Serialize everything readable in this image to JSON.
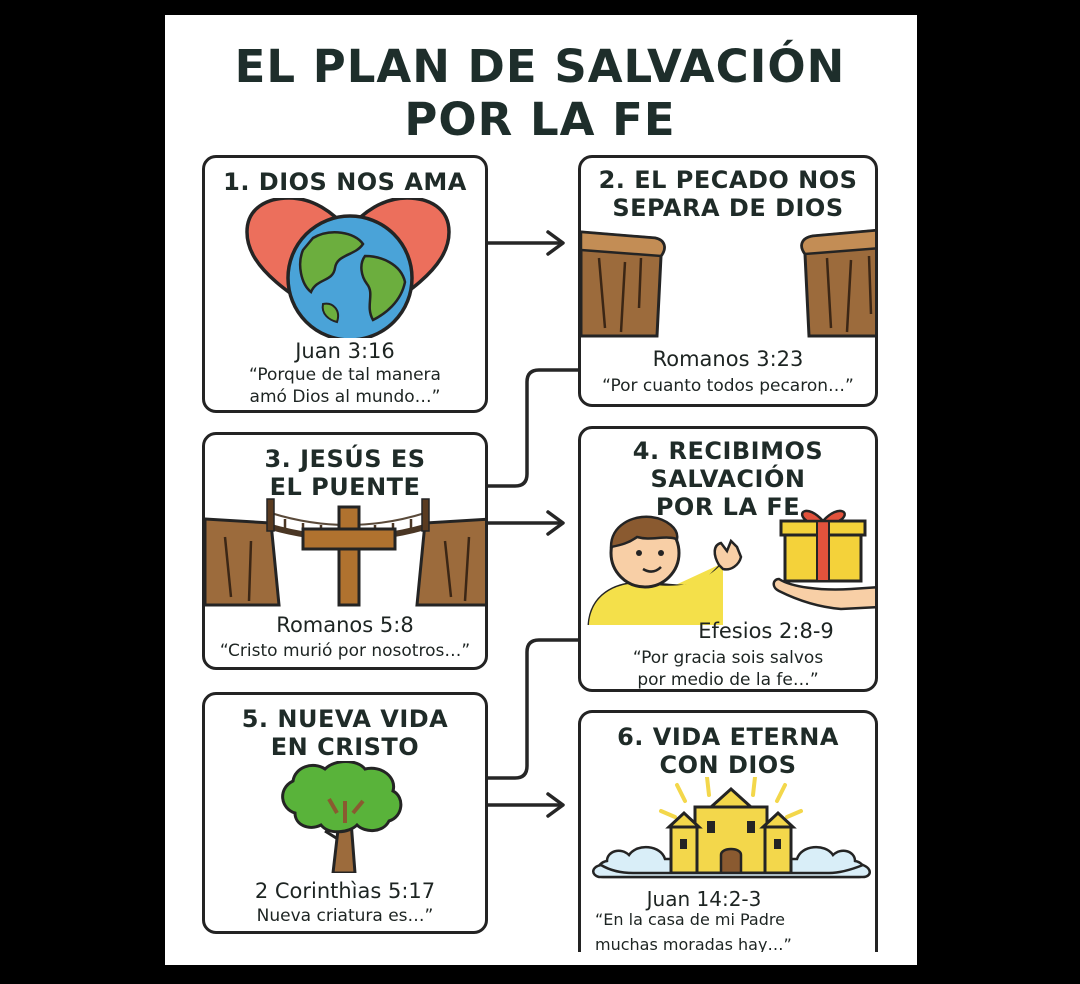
{
  "title_lines": [
    "EL PLAN DE SALVACIÓN",
    "POR LA FE"
  ],
  "cards": [
    {
      "heading": [
        "1. DIOS NOS AMA"
      ],
      "reference": "Juan 3:16",
      "quote": [
        "“Porque de tal manera",
        "amó Dios al mundo…”"
      ],
      "illustration": "heart-globe-icon"
    },
    {
      "heading": [
        "2. EL PECADO NOS",
        "SEPARA DE DIOS"
      ],
      "reference": "Romanos 3:23",
      "quote": [
        "“Por cuanto todos pecaron…”"
      ],
      "illustration": "cliff-gap-icon"
    },
    {
      "heading": [
        "3. JESÚS ES",
        "EL PUENTE"
      ],
      "reference": "Romanos 5:8",
      "quote": [
        "“Cristo murió por nosotros…”"
      ],
      "illustration": "cross-bridge-icon"
    },
    {
      "heading": [
        "4. RECIBIMOS",
        "SALVACIÓN",
        "POR LA FE"
      ],
      "reference": "Efesios 2:8-9",
      "quote": [
        "“Por gracia sois salvos",
        "por medio de la fe…”"
      ],
      "illustration": "gift-boy-icon"
    },
    {
      "heading": [
        "5. NUEVA VIDA",
        "EN CRISTO"
      ],
      "reference": "2 Corinthìas 5:17",
      "quote": [
        "Nueva criatura es…”"
      ],
      "illustration": "tree-icon"
    },
    {
      "heading": [
        "6. VIDA ETERNA",
        "CON DIOS"
      ],
      "reference": "Juan 14:2-3",
      "quote": [
        "“En la casa de mi Padre",
        "muchas moradas hay…”"
      ],
      "illustration": "castle-icon"
    }
  ],
  "colors": {
    "background": "#000000",
    "page": "#ffffff",
    "text": "#1e2e2b",
    "border": "#232323",
    "heart": "#ec6f5c",
    "ocean": "#4aa3d8",
    "land": "#6cae3e",
    "cliff": "#9c6b3c",
    "cross": "#b0722f",
    "gift": "#f4d23a",
    "ribbon": "#e2523c",
    "tree": "#59b33a",
    "castle": "#f3d74b",
    "cloud": "#d9eef8"
  }
}
